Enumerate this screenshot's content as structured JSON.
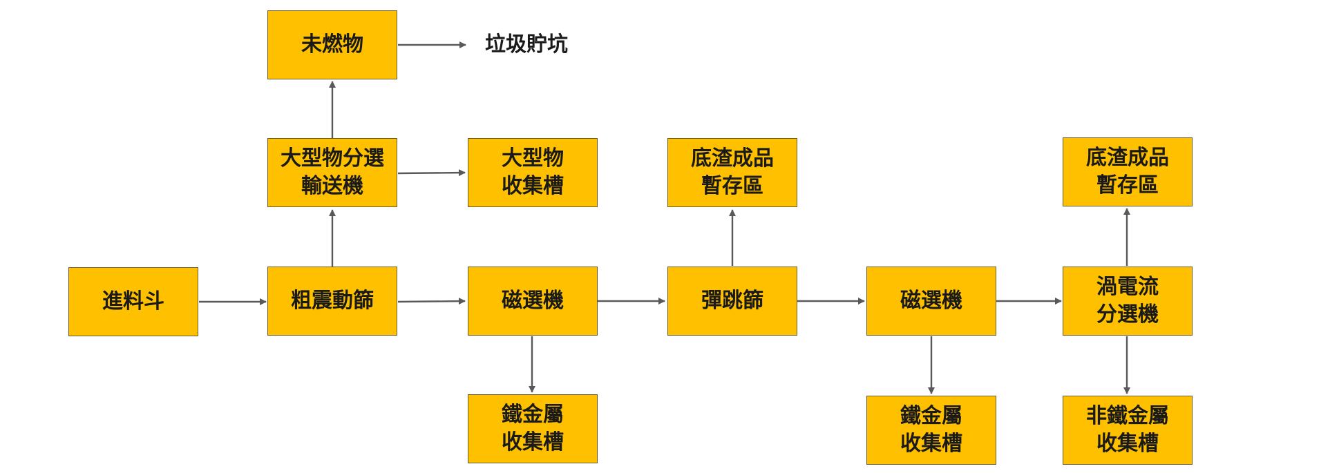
{
  "nodes": {
    "unburnt": "未燃物",
    "bulky_sorting_conveyor": "大型物分選\n輸送機",
    "bulky_collection_tank": "大型物\n收集槽",
    "bottom_ash_storage_1": "底渣成品\n暫存區",
    "bottom_ash_storage_2": "底渣成品\n暫存區",
    "feed_hopper": "進料斗",
    "coarse_vibrating_screen": "粗震動篩",
    "magnetic_separator_1": "磁選機",
    "bouncing_screen": "彈跳篩",
    "magnetic_separator_2": "磁選機",
    "eddy_current_separator": "渦電流\n分選機",
    "ferrous_collection_tank_1": "鐵金屬\n收集槽",
    "ferrous_collection_tank_2": "鐵金屬\n收集槽",
    "nonferrous_collection_tank": "非鐵金屬\n收集槽"
  },
  "labels": {
    "garbage_pit": "垃圾貯坑"
  },
  "colors": {
    "node_fill": "#FFC000",
    "arrow": "#595959"
  }
}
